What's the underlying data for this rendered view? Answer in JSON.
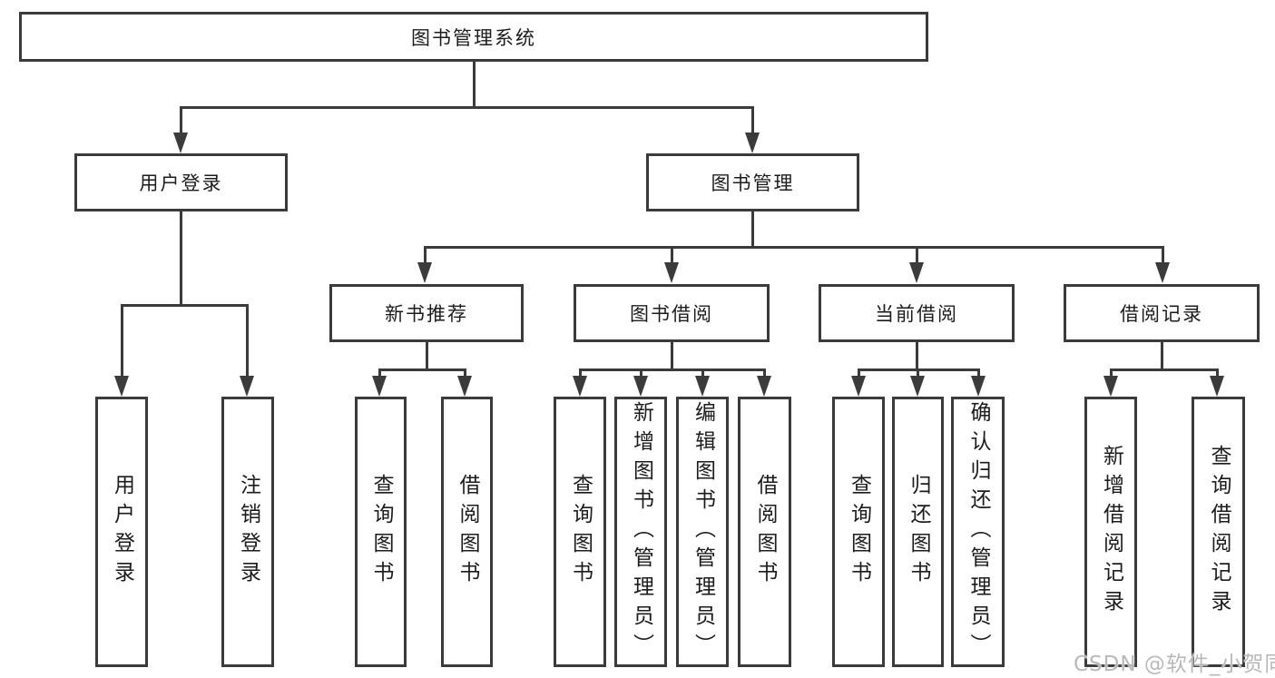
{
  "diagram_type": "functional-structure-tree",
  "colors": {
    "background": "#ffffff",
    "line": "#3b3b3b",
    "box_border": "#3b3b3b",
    "text": "#1c1c1c",
    "watermark": "#b9b9b9"
  },
  "tree": {
    "root": "图书管理系统",
    "children": [
      {
        "label": "用户登录",
        "children": [
          "用户登录",
          "注销登录"
        ]
      },
      {
        "label": "图书管理",
        "children": [
          {
            "label": "新书推荐",
            "children": [
              "查询图书",
              "借阅图书"
            ]
          },
          {
            "label": "图书借阅",
            "children": [
              "查询图书",
              "新增图书（管理员）",
              "编辑图书（管理员）",
              "借阅图书"
            ]
          },
          {
            "label": "当前借阅",
            "children": [
              "查询图书",
              "归还图书",
              "确认归还（管理员）"
            ]
          },
          {
            "label": "借阅记录",
            "children": [
              "新增借阅记录",
              "查询借阅记录"
            ]
          }
        ]
      }
    ]
  },
  "watermark": {
    "text": "CSDN @软件_小贺同学"
  }
}
